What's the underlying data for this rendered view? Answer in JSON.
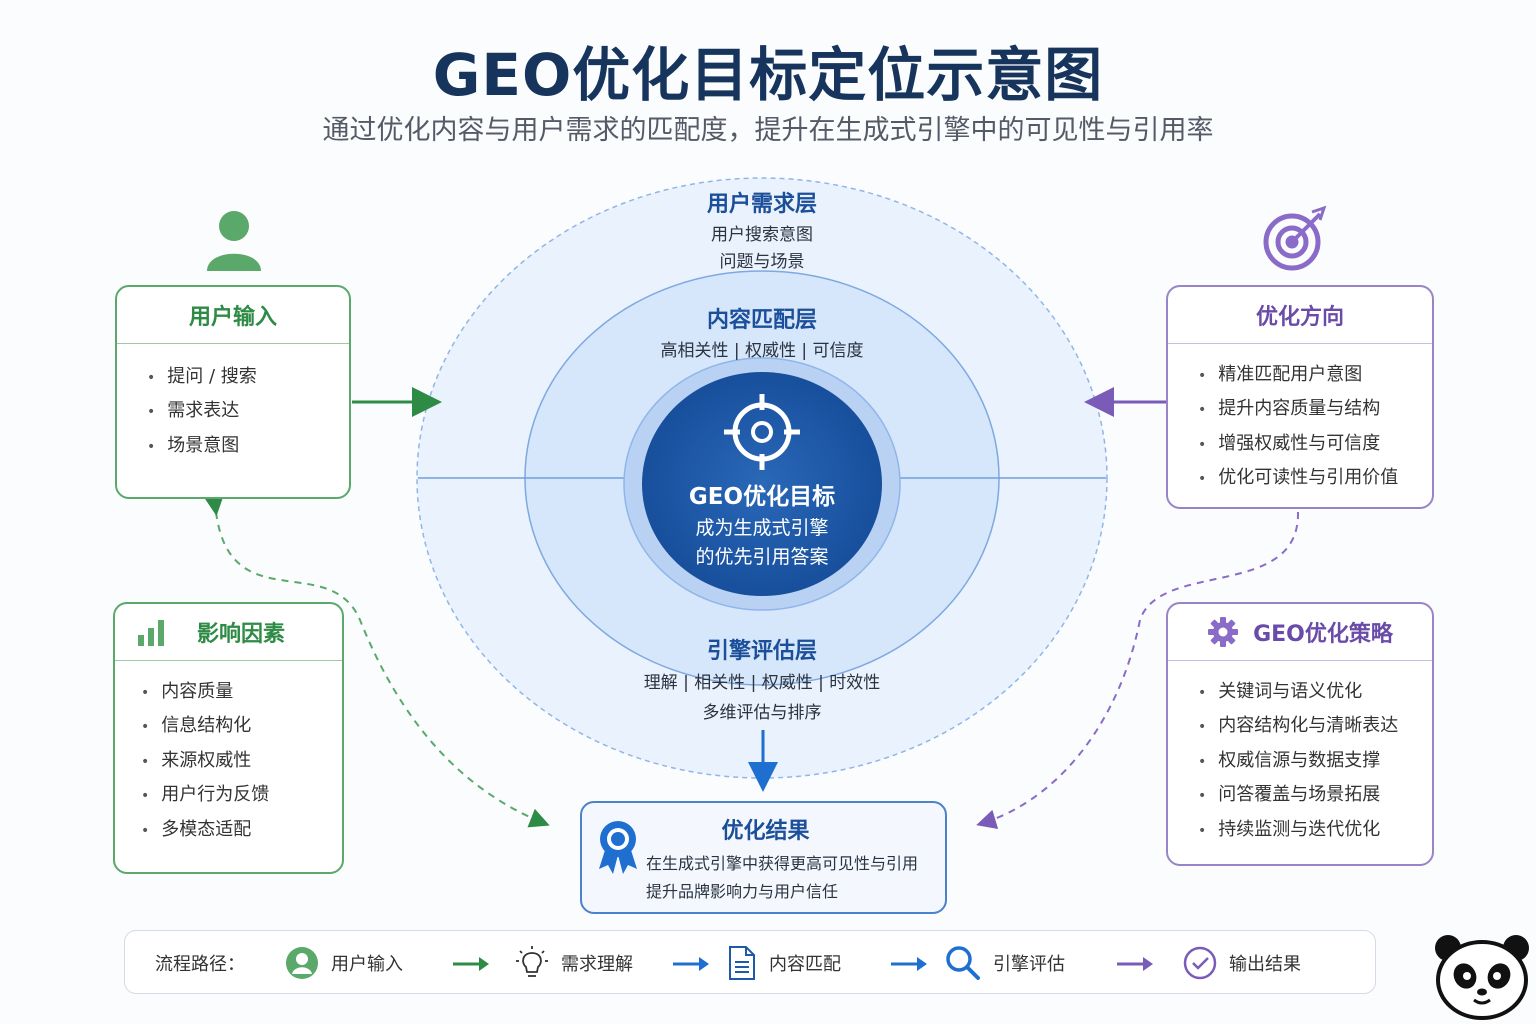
{
  "title": "GEO优化目标定位示意图",
  "subtitle": "通过优化内容与用户需求的匹配度，提升在生成式引擎中的可见性与引用率",
  "colors": {
    "green": "#2e8b45",
    "blue": "#1c4f9a",
    "purple": "#6a4ba8",
    "core": "#1f5aa8"
  },
  "user_input": {
    "icon": "user-icon",
    "title": "用户输入",
    "items": [
      "提问 / 搜索",
      "需求表达",
      "场景意图"
    ]
  },
  "optimization_direction": {
    "icon": "target-icon",
    "title": "优化方向",
    "items": [
      "精准匹配用户意图",
      "提升内容质量与结构",
      "增强权威性与可信度",
      "优化可读性与引用价值"
    ]
  },
  "influence_factors": {
    "icon": "bar-chart-icon",
    "title": "影响因素",
    "items": [
      "内容质量",
      "信息结构化",
      "来源权威性",
      "用户行为反馈",
      "多模态适配"
    ]
  },
  "geo_strategy": {
    "icon": "gear-icon",
    "title": "GEO优化策略",
    "items": [
      "关键词与语义优化",
      "内容结构化与清晰表达",
      "权威信源与数据支撑",
      "问答覆盖与场景拓展",
      "持续监测与迭代优化"
    ]
  },
  "layers": {
    "user_need": {
      "title": "用户需求层",
      "lines": [
        "用户搜索意图",
        "问题与场景"
      ]
    },
    "content_match": {
      "title": "内容匹配层",
      "lines": [
        "高相关性 | 权威性 | 可信度"
      ]
    },
    "engine_eval": {
      "title": "引擎评估层",
      "lines": [
        "理解 | 相关性 | 权威性 | 时效性",
        "多维评估与排序"
      ]
    },
    "core": {
      "icon": "crosshair-icon",
      "title": "GEO优化目标",
      "lines": [
        "成为生成式引擎",
        "的优先引用答案"
      ]
    }
  },
  "result": {
    "icon": "award-ribbon-icon",
    "title": "优化结果",
    "lines": [
      "在生成式引擎中获得更高可见性与引用",
      "提升品牌影响力与用户信任"
    ]
  },
  "flow": {
    "label": "流程路径：",
    "steps": [
      {
        "icon": "user-circle-icon",
        "label": "用户输入"
      },
      {
        "icon": "lightbulb-icon",
        "label": "需求理解"
      },
      {
        "icon": "document-icon",
        "label": "内容匹配"
      },
      {
        "icon": "search-icon",
        "label": "引擎评估"
      },
      {
        "icon": "check-circle-icon",
        "label": "输出结果"
      }
    ]
  },
  "mascot": {
    "icon": "panda-icon"
  }
}
